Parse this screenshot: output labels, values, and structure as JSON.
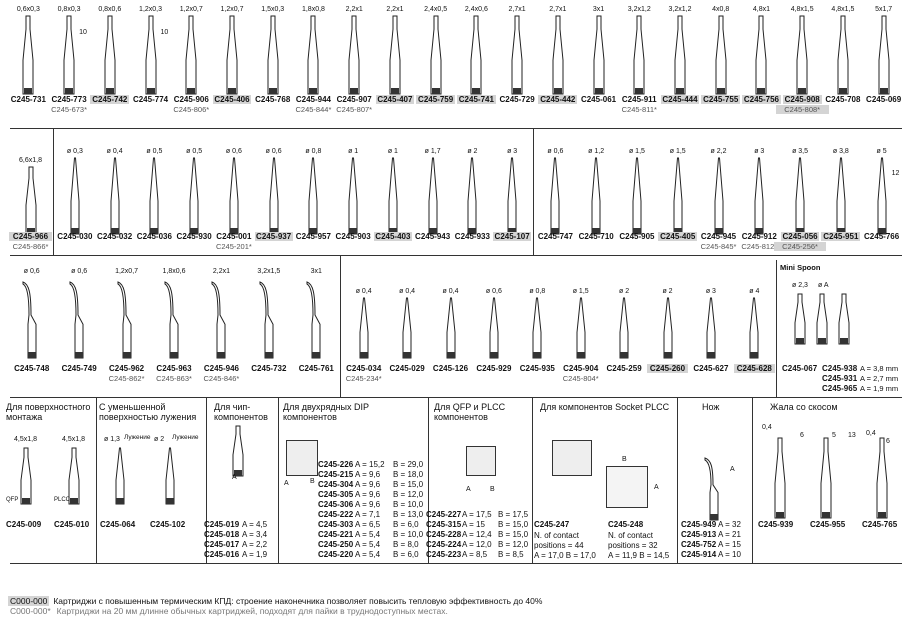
{
  "row1": [
    {
      "dim": "0,6x0,3",
      "code": "C245-731",
      "hl": false,
      "sub": ""
    },
    {
      "dim": "0,8x0,3",
      "code": "C245-773",
      "hl": false,
      "sub": "C245-673*",
      "side": "10"
    },
    {
      "dim": "0,8x0,6",
      "code": "C245-742",
      "hl": true,
      "sub": ""
    },
    {
      "dim": "1,2x0,3",
      "code": "C245-774",
      "hl": false,
      "sub": "",
      "side": "10"
    },
    {
      "dim": "1,2x0,7",
      "code": "C245-906",
      "hl": false,
      "sub": "C245-806*"
    },
    {
      "dim": "1,2x0,7",
      "code": "C245-406",
      "hl": true,
      "sub": ""
    },
    {
      "dim": "1,5x0,3",
      "code": "C245-768",
      "hl": false,
      "sub": ""
    },
    {
      "dim": "1,8x0,8",
      "code": "C245-944",
      "hl": false,
      "sub": "C245-844*"
    },
    {
      "dim": "2,2x1",
      "code": "C245-907",
      "hl": false,
      "sub": "C245-807*"
    },
    {
      "dim": "2,2x1",
      "code": "C245-407",
      "hl": true,
      "sub": ""
    },
    {
      "dim": "2,4x0,5",
      "code": "C245-759",
      "hl": true,
      "sub": ""
    },
    {
      "dim": "2,4x0,6",
      "code": "C245-741",
      "hl": true,
      "sub": ""
    },
    {
      "dim": "2,7x1",
      "code": "C245-729",
      "hl": false,
      "sub": ""
    },
    {
      "dim": "2,7x1",
      "code": "C245-442",
      "hl": true,
      "sub": ""
    },
    {
      "dim": "3x1",
      "code": "C245-061",
      "hl": false,
      "sub": ""
    },
    {
      "dim": "3,2x1,2",
      "code": "C245-911",
      "hl": false,
      "sub": "C245-811*"
    },
    {
      "dim": "3,2x1,2",
      "code": "C245-444",
      "hl": true,
      "sub": ""
    },
    {
      "dim": "4x0,8",
      "code": "C245-755",
      "hl": true,
      "sub": ""
    },
    {
      "dim": "4,8x1",
      "code": "C245-756",
      "hl": true,
      "sub": ""
    },
    {
      "dim": "4,8x1,5",
      "code": "C245-908",
      "hl": true,
      "sub": "C245-808*",
      "subhl": true
    },
    {
      "dim": "4,8x1,5",
      "code": "C245-708",
      "hl": false,
      "sub": ""
    },
    {
      "dim": "5x1,7",
      "code": "C245-069",
      "hl": false,
      "sub": ""
    }
  ],
  "row2a": [
    {
      "dim": "6,6x1,8",
      "code": "C245-966",
      "hl": true,
      "sub": "C245-866*"
    }
  ],
  "row2b": [
    {
      "dim": "ø 0,3",
      "code": "C245-030",
      "hl": false,
      "sub": ""
    },
    {
      "dim": "ø 0,4",
      "code": "C245-032",
      "hl": false,
      "sub": ""
    },
    {
      "dim": "ø 0,5",
      "code": "C245-036",
      "hl": false,
      "sub": ""
    },
    {
      "dim": "ø 0,5",
      "code": "C245-930",
      "hl": false,
      "sub": ""
    },
    {
      "dim": "ø 0,6",
      "code": "C245-001",
      "hl": false,
      "sub": "C245-201*"
    },
    {
      "dim": "ø 0,6",
      "code": "C245-937",
      "hl": true,
      "sub": ""
    },
    {
      "dim": "ø 0,8",
      "code": "C245-957",
      "hl": false,
      "sub": ""
    },
    {
      "dim": "ø 1",
      "code": "C245-903",
      "hl": false,
      "sub": ""
    },
    {
      "dim": "ø 1",
      "code": "C245-403",
      "hl": true,
      "sub": ""
    },
    {
      "dim": "ø 1,7",
      "code": "C245-943",
      "hl": false,
      "sub": ""
    },
    {
      "dim": "ø 2",
      "code": "C245-933",
      "hl": false,
      "sub": ""
    },
    {
      "dim": "ø 3",
      "code": "C245-107",
      "hl": true,
      "sub": ""
    }
  ],
  "row2c": [
    {
      "dim": "ø 0,6",
      "code": "C245-747",
      "hl": false,
      "sub": ""
    },
    {
      "dim": "ø 1,2",
      "code": "C245-710",
      "hl": false,
      "sub": ""
    },
    {
      "dim": "ø 1,5",
      "code": "C245-905",
      "hl": false,
      "sub": ""
    },
    {
      "dim": "ø 1,5",
      "code": "C245-405",
      "hl": true,
      "sub": ""
    },
    {
      "dim": "ø 2,2",
      "code": "C245-945",
      "hl": false,
      "sub": "C245-845*"
    },
    {
      "dim": "ø 3",
      "code": "C245-912",
      "hl": false,
      "sub": "C245-812*"
    },
    {
      "dim": "ø 3,5",
      "code": "C245-056",
      "hl": true,
      "sub": "C245-256*",
      "subhl": true
    },
    {
      "dim": "ø 3,8",
      "code": "C245-951",
      "hl": true,
      "sub": ""
    },
    {
      "dim": "ø 5",
      "code": "C245-766",
      "hl": false,
      "sub": "",
      "side": "12"
    }
  ],
  "row3a": [
    {
      "dim": "ø 0,6",
      "code": "C245-748",
      "hl": false,
      "sub": ""
    },
    {
      "dim": "ø 0,6",
      "code": "C245-749",
      "hl": false,
      "sub": ""
    },
    {
      "dim": "1,2x0,7",
      "code": "C245-962",
      "hl": false,
      "sub": "C245-862*"
    },
    {
      "dim": "1,8x0,6",
      "code": "C245-963",
      "hl": false,
      "sub": "C245-863*"
    },
    {
      "dim": "2,2x1",
      "code": "C245-946",
      "hl": false,
      "sub": "C245-846*"
    },
    {
      "dim": "3,2x1,5",
      "code": "C245-732",
      "hl": false,
      "sub": ""
    },
    {
      "dim": "3x1",
      "code": "C245-761",
      "hl": false,
      "sub": ""
    }
  ],
  "row3b": [
    {
      "dim": "ø 0,4",
      "code": "C245-034",
      "hl": false,
      "sub": "C245-234*"
    },
    {
      "dim": "ø 0,4",
      "code": "C245-029",
      "hl": false,
      "sub": ""
    },
    {
      "dim": "ø 0,4",
      "code": "C245-126",
      "hl": false,
      "sub": ""
    },
    {
      "dim": "ø 0,6",
      "code": "C245-929",
      "hl": false,
      "sub": ""
    },
    {
      "dim": "ø 0,8",
      "code": "C245-935",
      "hl": false,
      "sub": ""
    },
    {
      "dim": "ø 1,5",
      "code": "C245-904",
      "hl": false,
      "sub": "C245-804*"
    },
    {
      "dim": "ø 2",
      "code": "C245-259",
      "hl": false,
      "sub": ""
    },
    {
      "dim": "ø 2",
      "code": "C245-260",
      "hl": true,
      "sub": ""
    },
    {
      "dim": "ø 3",
      "code": "C245-627",
      "hl": false,
      "sub": ""
    },
    {
      "dim": "ø 4",
      "code": "C245-628",
      "hl": true,
      "sub": ""
    }
  ],
  "minispoon": {
    "title": "Mini Spoon",
    "dims": [
      "ø 2,3",
      "ø A"
    ],
    "code1": "C245-067",
    "rows": [
      {
        "code": "C245-938",
        "val": "A = 3,8 mm"
      },
      {
        "code": "C245-931",
        "val": "A = 2,7 mm"
      },
      {
        "code": "C245-965",
        "val": "A = 1,9 mm"
      }
    ]
  },
  "sections": {
    "surface": {
      "title": "Для поверхностного монтажа",
      "labels": [
        "4,5x1,8",
        "4,5x1,8"
      ],
      "tags": [
        "QFP",
        "PLCC"
      ],
      "codes": [
        "C245-009",
        "C245-010"
      ]
    },
    "tinning": {
      "title": "С уменьшенной поверхностью лужения",
      "dims": [
        "ø 1,3",
        "ø 2"
      ],
      "tag": "Лужение",
      "codes": [
        "C245-064",
        "C245-102"
      ]
    },
    "chip": {
      "title": "Для чип-компонентов",
      "a": "A",
      "rows": [
        {
          "code": "C245-019",
          "val": "A = 4,5"
        },
        {
          "code": "C245-018",
          "val": "A = 3,4"
        },
        {
          "code": "C245-017",
          "val": "A = 2,2"
        },
        {
          "code": "C245-016",
          "val": "A = 1,9"
        }
      ]
    },
    "dip": {
      "title": "Для двухрядных DIP компонентов",
      "a": "A",
      "b": "B",
      "rows": [
        {
          "code": "C245-226",
          "a": "A = 15,2",
          "b": "B = 29,0"
        },
        {
          "code": "C245-215",
          "a": "A = 9,6",
          "b": "B = 18,0"
        },
        {
          "code": "C245-304",
          "a": "A = 9,6",
          "b": "B = 15,0"
        },
        {
          "code": "C245-305",
          "a": "A = 9,6",
          "b": "B = 12,0"
        },
        {
          "code": "C245-306",
          "a": "A = 9,6",
          "b": "B = 10,0"
        },
        {
          "code": "C245-222",
          "a": "A = 7,1",
          "b": "B = 13,0"
        },
        {
          "code": "C245-303",
          "a": "A = 6,5",
          "b": "B = 6,0"
        },
        {
          "code": "C245-221",
          "a": "A = 5,4",
          "b": "B = 10,0"
        },
        {
          "code": "C245-250",
          "a": "A = 5,4",
          "b": "B = 8,0"
        },
        {
          "code": "C245-220",
          "a": "A = 5,4",
          "b": "B = 6,0"
        }
      ]
    },
    "qfp": {
      "title": "Для QFP и PLCC компонентов",
      "a": "A",
      "b": "B",
      "rows": [
        {
          "code": "C245-227",
          "a": "A = 17,5",
          "b": "B = 17,5"
        },
        {
          "code": "C245-315",
          "a": "A = 15",
          "b": "B = 15,0"
        },
        {
          "code": "C245-228",
          "a": "A = 12,4",
          "b": "B = 15,0"
        },
        {
          "code": "C245-224",
          "a": "A = 12,0",
          "b": "B = 12,0"
        },
        {
          "code": "C245-223",
          "a": "A = 8,5",
          "b": "B = 8,5"
        }
      ]
    },
    "plcc": {
      "title": "Для компонентов Socket PLCC",
      "a": "A",
      "b": "B",
      "left": {
        "code": "C245-247",
        "l1": "N. of contact",
        "l2": "positions = 44",
        "l3": "A = 17,0  B = 17,0"
      },
      "right": {
        "code": "C245-248",
        "l1": "N. of contact",
        "l2": "positions = 32",
        "l3": "A = 11,9  B = 14,5"
      }
    },
    "knife": {
      "title": "Нож",
      "a": "A",
      "rows": [
        {
          "code": "C245-949",
          "val": "A = 32"
        },
        {
          "code": "C245-913",
          "val": "A = 21"
        },
        {
          "code": "C245-752",
          "val": "A = 15"
        },
        {
          "code": "C245-914",
          "val": "A = 10"
        }
      ]
    },
    "bevel": {
      "title": "Жала со скосом",
      "dims": [
        "0,4",
        "6",
        "5",
        "13",
        "0,4",
        "6"
      ],
      "codes": [
        "C245-939",
        "C245-955",
        "C245-765"
      ]
    }
  },
  "legend": [
    {
      "code": "C000-000",
      "text": "Картриджи с повышенным термическим КПД: строение наконечника позволяет повысить тепловую эффективность до 40%",
      "hl": true
    },
    {
      "code": "C000-000*",
      "text": "Картриджи на 20 мм длинне обычных картриджей, подходят для пайки в труднодоступных местах.",
      "hl": false
    }
  ]
}
